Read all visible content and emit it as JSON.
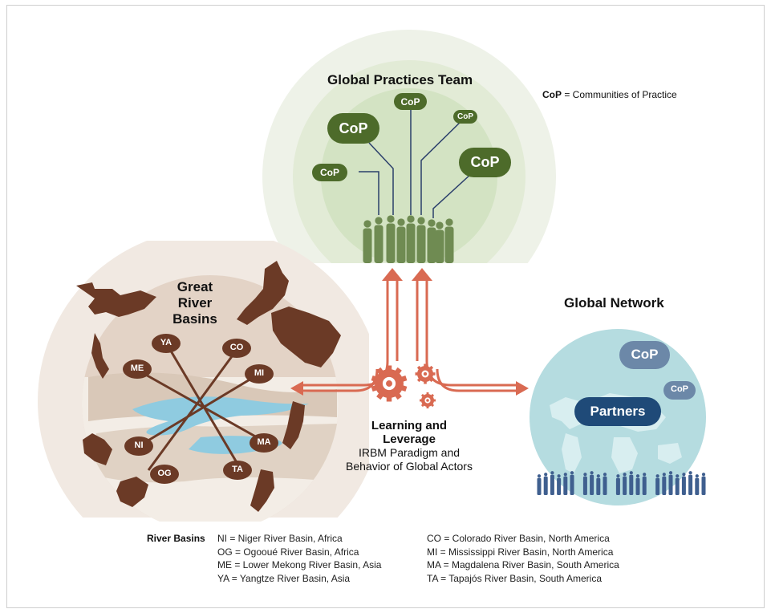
{
  "titles": {
    "global_practices": "Global Practices Team",
    "great_river": "Great River Basins",
    "global_network": "Global Network"
  },
  "definition": {
    "abbr": "CoP",
    "text": " = Communities of Practice"
  },
  "center": {
    "line1": "Learning and",
    "line2": "Leverage",
    "line3": "IRBM Paradigm and",
    "line4": "Behavior of Global Actors"
  },
  "cop_label": "CoP",
  "partners_label": "Partners",
  "basin_codes": [
    "YA",
    "CO",
    "ME",
    "MI",
    "NI",
    "MA",
    "OG",
    "TA"
  ],
  "legend": {
    "heading": "River Basins",
    "left": [
      "NI = Niger River Basin, Africa",
      "OG = Ogooué River Basin, Africa",
      "ME = Lower Mekong River Basin, Asia",
      "YA = Yangtze River Basin, Asia"
    ],
    "right": [
      "CO = Colorado River Basin, North America",
      "MI = Mississippi River Basin, North America",
      "MA = Magdalena River Basin, South America",
      "TA = Tapajós River Basin, South America"
    ]
  },
  "colors": {
    "cop_green": "#4d6b2a",
    "basin_brown": "#6b3a26",
    "arrow_orange": "#d96a52",
    "network_blue": "#1f4a78",
    "cop_blue": "#6c88a8"
  }
}
